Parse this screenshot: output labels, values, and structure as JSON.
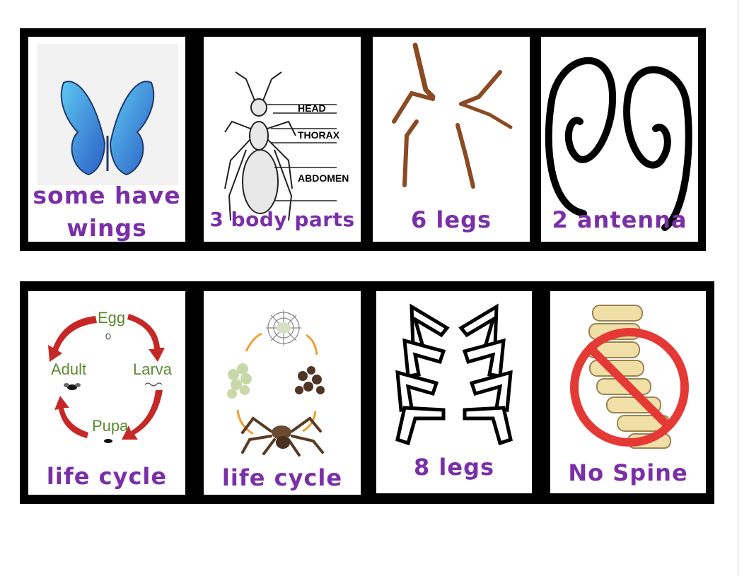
{
  "cards": [
    {
      "caption_line1": "some have",
      "caption_line2": "wings"
    },
    {
      "caption": "3 body parts",
      "labels": [
        "HEAD",
        "THORAX",
        "ABDOMEN"
      ]
    },
    {
      "caption": "6 legs"
    },
    {
      "caption": "2 antenna"
    },
    {
      "caption": "life cycle",
      "labels": [
        "Egg",
        "Larva",
        "Pupa",
        "Adult"
      ]
    },
    {
      "caption": "life cycle"
    },
    {
      "caption": "8 legs"
    },
    {
      "caption": "No Spine"
    }
  ],
  "colors": {
    "caption": "#7a2fa8",
    "border": "#000000",
    "arrow": "#c62828",
    "no_sign": "#e53935"
  },
  "icons": [
    "butterfly-icon",
    "insect-diagram-icon",
    "insect-legs-icon",
    "antenna-icon",
    "insect-life-cycle-icon",
    "spider-life-cycle-icon",
    "spider-legs-icon",
    "spine-no-sign-icon"
  ]
}
